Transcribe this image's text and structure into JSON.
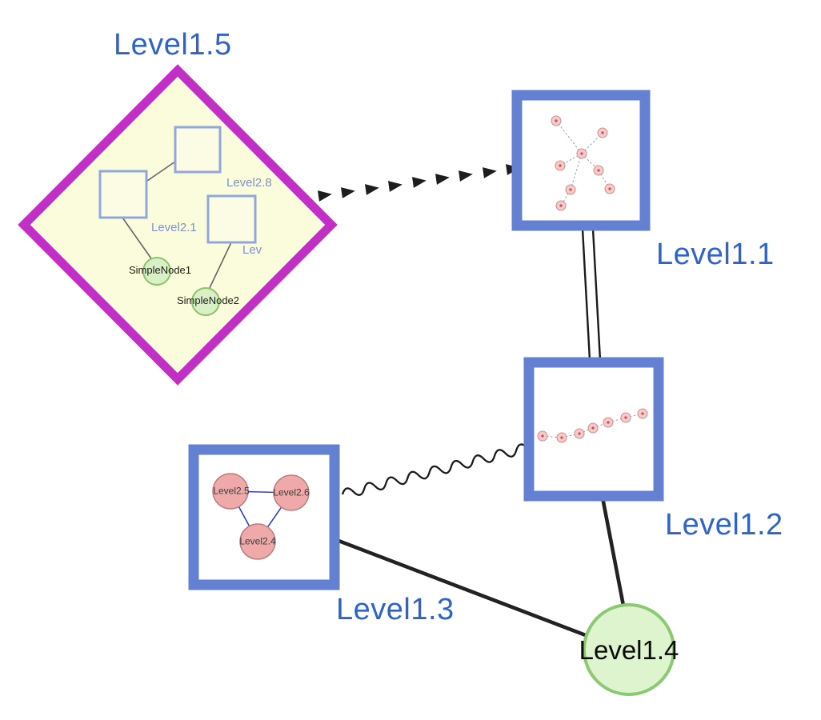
{
  "diagram": {
    "groups": {
      "level15": {
        "label": "Level1.5",
        "shape": "diamond",
        "children": {
          "level28": {
            "label": "Level2.8",
            "shape": "square"
          },
          "level21": {
            "label": "Level2.1",
            "shape": "square"
          },
          "lev": {
            "label": "Lev",
            "shape": "square"
          },
          "simplenode1": {
            "label": "SimpleNode1",
            "shape": "circle"
          },
          "simplenode2": {
            "label": "SimpleNode2",
            "shape": "circle"
          }
        },
        "inner_edges": [
          {
            "source": "Level2.1",
            "target": "Level2.8"
          },
          {
            "source": "Level2.1",
            "target": "SimpleNode1"
          },
          {
            "source": "Lev",
            "target": "SimpleNode2"
          }
        ]
      },
      "level11": {
        "label": "Level1.1",
        "shape": "square",
        "content": "dotted subgraph of small pink nodes"
      },
      "level12": {
        "label": "Level1.2",
        "shape": "square",
        "content": "dotted subgraph of small pink nodes"
      },
      "level13": {
        "label": "Level1.3",
        "shape": "square",
        "children": {
          "level25": {
            "label": "Level2.5",
            "shape": "circle"
          },
          "level26": {
            "label": "Level2.6",
            "shape": "circle"
          },
          "level24": {
            "label": "Level2.4",
            "shape": "circle"
          }
        },
        "inner_edges": [
          {
            "source": "Level2.5",
            "target": "Level2.6"
          },
          {
            "source": "Level2.5",
            "target": "Level2.4"
          },
          {
            "source": "Level2.6",
            "target": "Level2.4"
          }
        ]
      },
      "level14": {
        "label": "Level1.4",
        "shape": "circle"
      }
    },
    "edges": [
      {
        "source": "Level1.5",
        "target": "Level1.1",
        "style": "dashed-arrow-chain"
      },
      {
        "source": "Level1.1",
        "target": "Level1.2",
        "style": "parallel-double-line"
      },
      {
        "source": "Level1.3",
        "target": "Level1.2",
        "style": "wavy"
      },
      {
        "source": "Level1.3",
        "target": "Level1.4",
        "style": "solid"
      },
      {
        "source": "Level1.2",
        "target": "Level1.4",
        "style": "solid"
      }
    ],
    "colors": {
      "label_blue": "#2f63c8",
      "group_border_blue": "#6380d2",
      "diamond_border_magenta": "#c12fc7",
      "diamond_fill": "#fbfcdb",
      "inner_square_border": "#91a7da",
      "green_node_fill": "#d9efc5",
      "green_node_border": "#89c46a",
      "big_green_fill": "#def4cf",
      "big_green_border": "#8cc973",
      "pink_node_fill": "#f0a9a9",
      "pink_node_border": "#b97f7f",
      "edge_black": "#222222",
      "inner_edge_blue": "#2f3fd0"
    }
  }
}
